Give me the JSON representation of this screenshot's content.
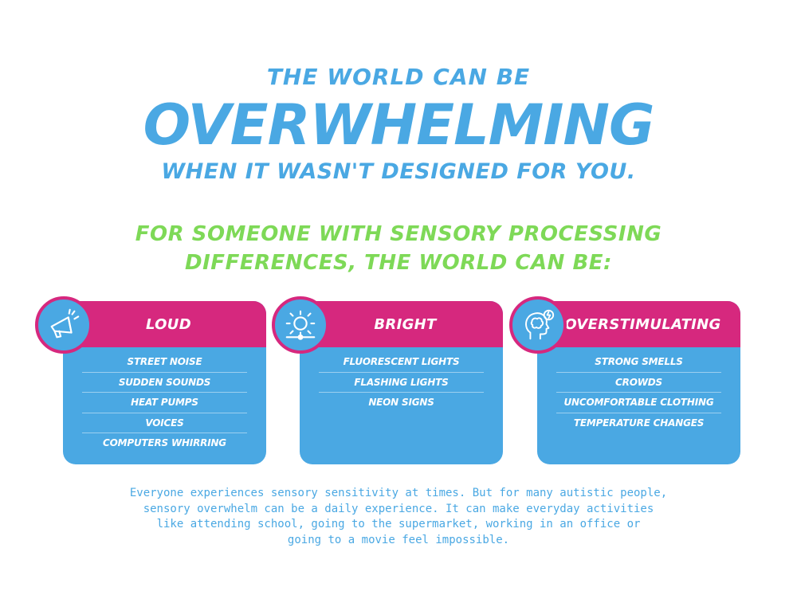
{
  "header": {
    "line1": "THE WORLD CAN BE",
    "headline": "OVERWHELMING",
    "line3": "WHEN IT WASN'T DESIGNED FOR YOU."
  },
  "subheading": {
    "line1": "FOR SOMEONE WITH SENSORY PROCESSING",
    "line2": "DIFFERENCES, THE WORLD CAN BE:"
  },
  "cards": [
    {
      "title": "LOUD",
      "icon": "megaphone-icon",
      "items": [
        "STREET NOISE",
        "SUDDEN SOUNDS",
        "HEAT PUMPS",
        "VOICES",
        "COMPUTERS WHIRRING"
      ]
    },
    {
      "title": "BRIGHT",
      "icon": "sun-icon",
      "items": [
        "FLUORESCENT LIGHTS",
        "FLASHING LIGHTS",
        "NEON SIGNS"
      ]
    },
    {
      "title": "OVERSTIMULATING",
      "icon": "brain-head-icon",
      "items": [
        "STRONG SMELLS",
        "CROWDS",
        "UNCOMFORTABLE CLOTHING",
        "TEMPERATURE CHANGES"
      ]
    }
  ],
  "paragraph": [
    "Everyone experiences sensory sensitivity at times. But for many autistic people,",
    "sensory overwhelm can be a daily experience. It can make everyday activities",
    "like attending school, going to the supermarket, working in an office or",
    "going to a movie feel impossible."
  ],
  "colors": {
    "blue": "#4aa8e3",
    "green": "#7ed957",
    "pink": "#d6287e",
    "white": "#ffffff"
  }
}
